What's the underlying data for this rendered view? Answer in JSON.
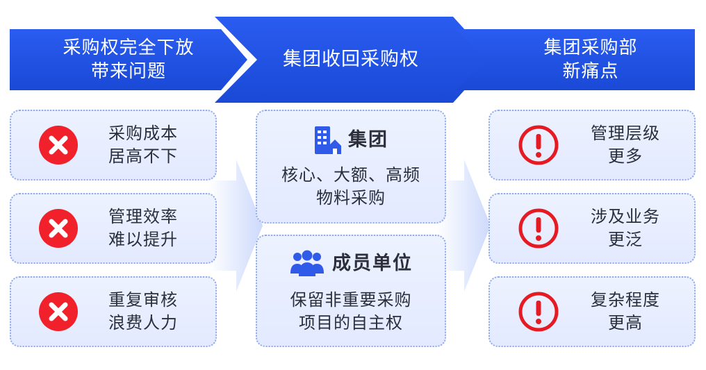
{
  "header": {
    "left_line1": "采购权完全下放",
    "left_line2": "带来问题",
    "middle": "集团收回采购权",
    "right_line1": "集团采购部",
    "right_line2": "新痛点"
  },
  "left_items": [
    {
      "icon": "x-circle-icon",
      "line1": "采购成本",
      "line2": "居高不下"
    },
    {
      "icon": "x-circle-icon",
      "line1": "管理效率",
      "line2": "难以提升"
    },
    {
      "icon": "x-circle-icon",
      "line1": "重复审核",
      "line2": "浪费人力"
    }
  ],
  "middle_items": [
    {
      "icon": "building-icon",
      "title": "集团",
      "line1": "核心、大额、高频",
      "line2": "物料采购"
    },
    {
      "icon": "people-group-icon",
      "title": "成员单位",
      "line1": "保留非重要采购",
      "line2": "项目的自主权"
    }
  ],
  "right_items": [
    {
      "icon": "exclamation-circle-icon",
      "line1": "管理层级",
      "line2": "更多"
    },
    {
      "icon": "exclamation-circle-icon",
      "line1": "涉及业务",
      "line2": "更泛"
    },
    {
      "icon": "exclamation-circle-icon",
      "line1": "复杂程度",
      "line2": "更高"
    }
  ],
  "colors": {
    "banner_blue": "#1f54e6",
    "banner_blue_dark": "#1744c7",
    "card_border": "#8fa8ee",
    "card_bg": "#e8eeff",
    "cross_red": "#f0212b",
    "alert_red": "#e51a22",
    "icon_blue": "#2f5be8"
  }
}
